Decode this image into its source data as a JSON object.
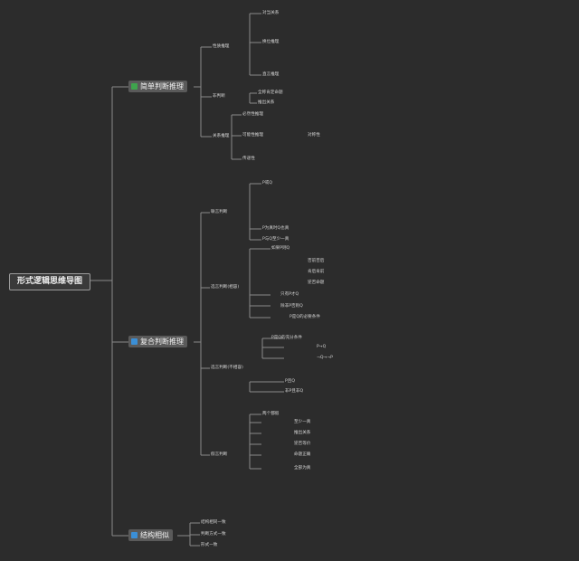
{
  "root": {
    "label": "形式逻辑思维导图"
  },
  "branches": [
    {
      "label": "简单判断推理",
      "icon": "thumbs-up-icon",
      "icon_color": "#3fa34d"
    },
    {
      "label": "复合判断推理",
      "icon": "flag-icon",
      "icon_color": "#3b8fd6"
    },
    {
      "label": "结构相似",
      "icon": "square-icon",
      "icon_color": "#3b8fd6"
    }
  ],
  "nodes": [
    "性质推理",
    "非判断",
    "关系推理",
    "联言判断",
    "选言判断(相容)",
    "选言判断(不相容)",
    "假言判断",
    "对当关系",
    "换位推理",
    "直言推理",
    "全称肯定命题",
    "推出关系",
    "必然性推理",
    "可能性推理",
    "传递性",
    "对称性",
    "P或Q",
    "P为真时Q也真",
    "P与Q至少一真",
    "如果P则Q",
    "否前否后",
    "肯后肯前",
    "逆否命题",
    "只有P才Q",
    "除非P否则Q",
    "P是Q的必要条件",
    "P是Q的充分条件",
    "P→Q",
    "¬Q→¬P",
    "P且Q",
    "非P且非Q",
    "两个都假",
    "至少一真",
    "推出关系",
    "逆否等价",
    "命题正确",
    "全部为真",
    "结构相同一致",
    "判断方式一致",
    "形式一致"
  ]
}
